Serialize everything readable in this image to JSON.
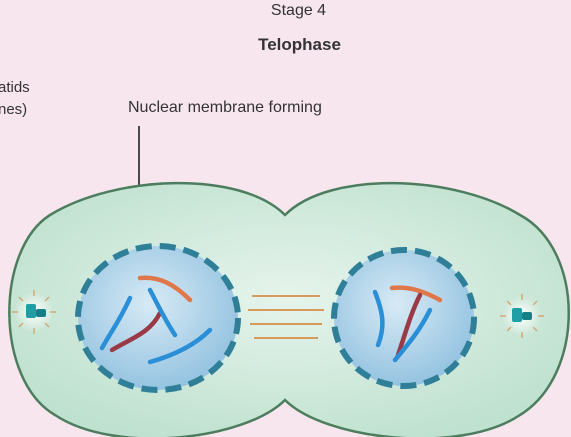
{
  "diagram": {
    "stage_label": "Stage 4",
    "stage_name": "Telophase",
    "left_label_line1": "atids",
    "left_label_line2": "nes)",
    "membrane_label": "Nuclear membrane forming"
  },
  "colors": {
    "background": "#f8e6ef",
    "cell_fill": "#cfeadb",
    "cell_outline": "#4c7d5e",
    "nucleus_fill": "#a8cfe6",
    "nuclear_membrane": "#2f7f98",
    "chromosome_blue": "#2a8fd6",
    "chromosome_orange": "#e0774a",
    "chromosome_maroon": "#9a3a46",
    "spindle": "#d79a5c"
  }
}
